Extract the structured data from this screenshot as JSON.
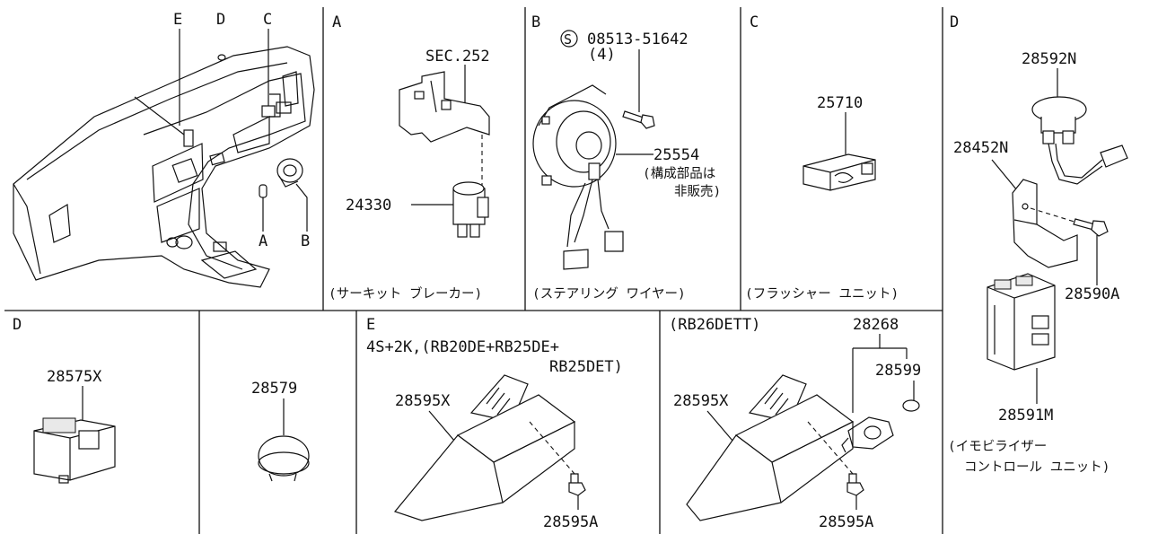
{
  "overview": {
    "callouts": [
      "E",
      "D",
      "C",
      "A",
      "B"
    ]
  },
  "panels": {
    "A": {
      "letter": "A",
      "parts": {
        "sec": "SEC.252",
        "breaker": "24330"
      },
      "caption": "(サーキット ブレーカー)"
    },
    "B": {
      "letter": "B",
      "parts": {
        "screw_symbol": "S",
        "screw": "08513-51642",
        "screw_qty": "(4)",
        "wire": "25554",
        "note_line1": "(構成部品は",
        "note_line2": "非販売)"
      },
      "caption": "(ステアリング ワイヤー)"
    },
    "C": {
      "letter": "C",
      "parts": {
        "flasher": "25710"
      },
      "caption": "(フラッシャー ユニット)"
    },
    "D_right": {
      "letter": "D",
      "parts": {
        "antenna": "28592N",
        "bracket": "28452N",
        "bolt": "28590A",
        "unit": "28591M"
      },
      "caption_line1": "(イモビライザー",
      "caption_line2": "コントロール ユニット)"
    },
    "D_left": {
      "letter": "D",
      "parts": {
        "unit": "28575X"
      }
    },
    "F": {
      "parts": {
        "cap": "28579"
      }
    },
    "E": {
      "letter": "E",
      "spec_line1": "4S+2K,(RB20DE+RB25DE+",
      "spec_line2": "RB25DET)",
      "parts": {
        "ecu": "28595X",
        "bolt": "28595A"
      }
    },
    "E2": {
      "spec": "(RB26DETT)",
      "parts": {
        "key_set": "28268",
        "battery": "28599",
        "ecu": "28595X",
        "bolt": "28595A"
      }
    }
  }
}
